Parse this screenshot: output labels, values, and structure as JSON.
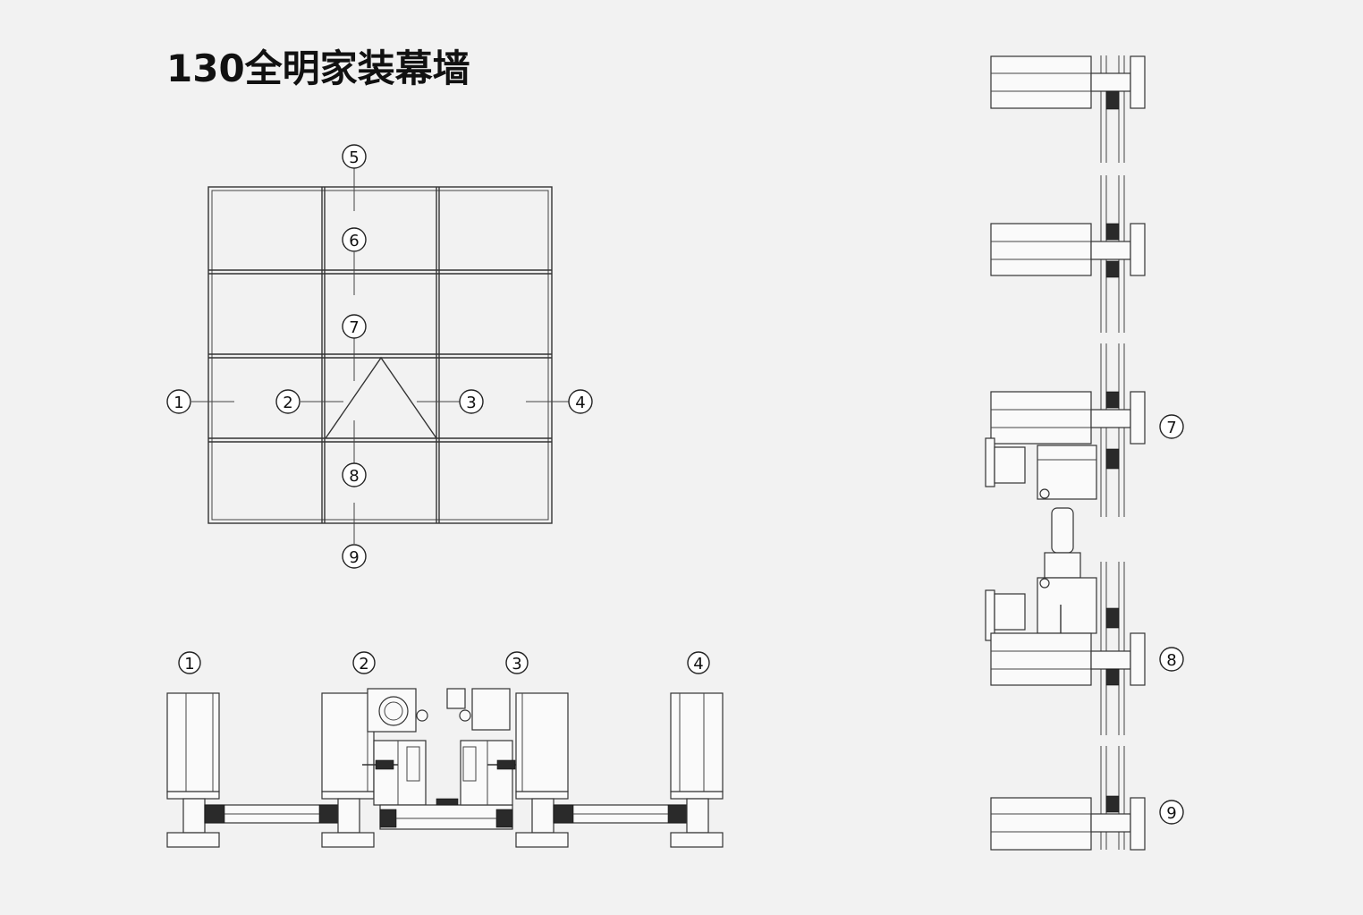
{
  "title": "130全明家装幕墙",
  "elevation_markers": [
    "5",
    "6",
    "7",
    "8",
    "9",
    "1",
    "2",
    "3",
    "4"
  ],
  "plan_section_labels": [
    "1",
    "2",
    "3",
    "4"
  ],
  "vertical_section_labels": [
    "7",
    "8",
    "9"
  ]
}
